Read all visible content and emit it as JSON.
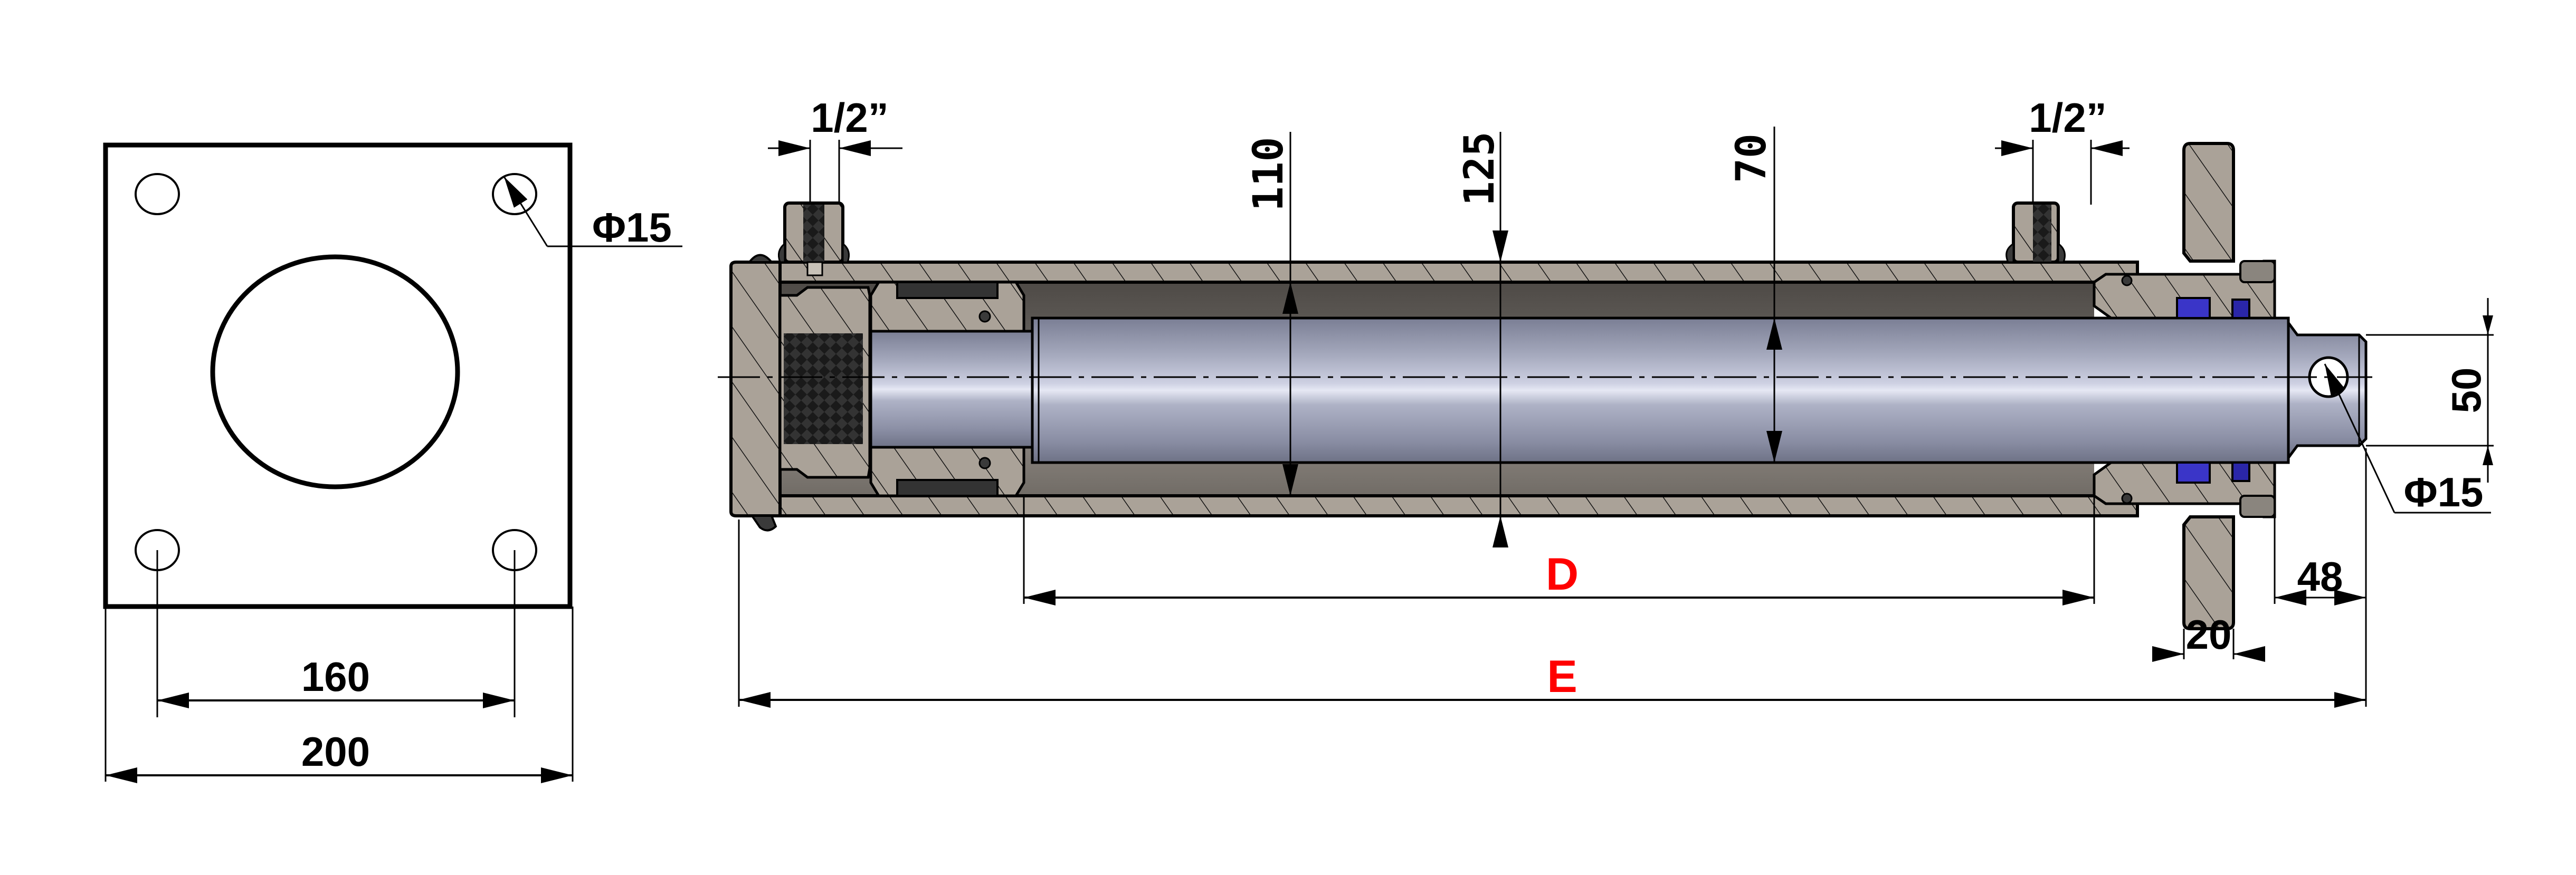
{
  "drawing": {
    "title": "Hydraulic cylinder with front flange — sectional view",
    "colors": {
      "section_fill": "#aaa298",
      "cavity_dark": "#5a5652",
      "cavity_light": "#7c7872",
      "rod_mid": "#b8bcd0",
      "rod_dark": "#7c8098",
      "seal_blue": "#3a35c8",
      "seal_dark": "#333333",
      "letter_dims": "#ff0000"
    }
  },
  "flange_view": {
    "bolt_hole_diameter": "Φ15",
    "bolt_spacing": "160",
    "plate_width": "200",
    "bolt_hole_count": 4
  },
  "cylinder_view": {
    "port_left": "1/2”",
    "port_right": "1/2”",
    "bore_diameter": "110",
    "tube_outer_diameter": "125",
    "rod_diameter": "70",
    "rod_end_diameter": "50",
    "rod_eye_hole": "Φ15",
    "stroke_label": "D",
    "overall_length_label": "E",
    "flange_thickness": "20",
    "rod_end_length": "48"
  }
}
